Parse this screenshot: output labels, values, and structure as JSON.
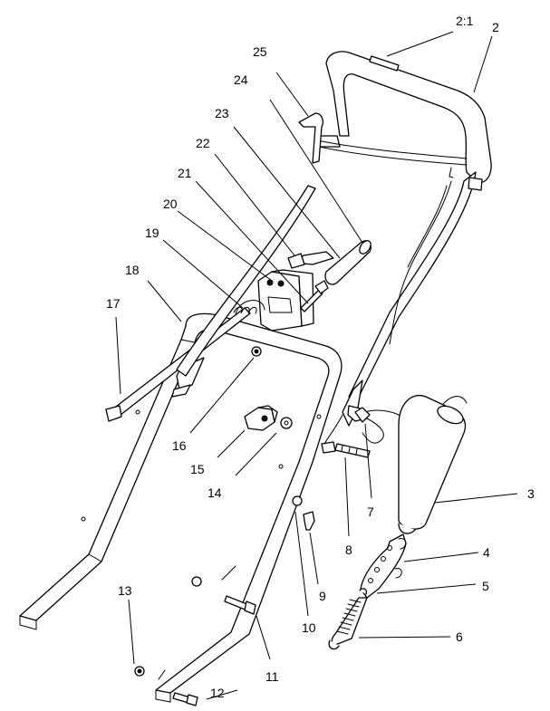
{
  "callouts": [
    {
      "id": "2-1",
      "text": "2:1"
    },
    {
      "id": "2",
      "text": "2"
    },
    {
      "id": "25",
      "text": "25"
    },
    {
      "id": "24",
      "text": "24"
    },
    {
      "id": "23",
      "text": "23"
    },
    {
      "id": "22",
      "text": "22"
    },
    {
      "id": "21",
      "text": "21"
    },
    {
      "id": "20",
      "text": "20"
    },
    {
      "id": "19",
      "text": "19"
    },
    {
      "id": "18",
      "text": "18"
    },
    {
      "id": "17",
      "text": "17"
    },
    {
      "id": "16",
      "text": "16"
    },
    {
      "id": "15",
      "text": "15"
    },
    {
      "id": "14",
      "text": "14"
    },
    {
      "id": "13",
      "text": "13"
    },
    {
      "id": "12",
      "text": "12"
    },
    {
      "id": "11",
      "text": "11"
    },
    {
      "id": "10",
      "text": "10"
    },
    {
      "id": "9",
      "text": "9"
    },
    {
      "id": "8",
      "text": "8"
    },
    {
      "id": "7",
      "text": "7"
    },
    {
      "id": "6",
      "text": "6"
    },
    {
      "id": "5",
      "text": "5"
    },
    {
      "id": "4",
      "text": "4"
    },
    {
      "id": "3",
      "text": "3"
    }
  ]
}
